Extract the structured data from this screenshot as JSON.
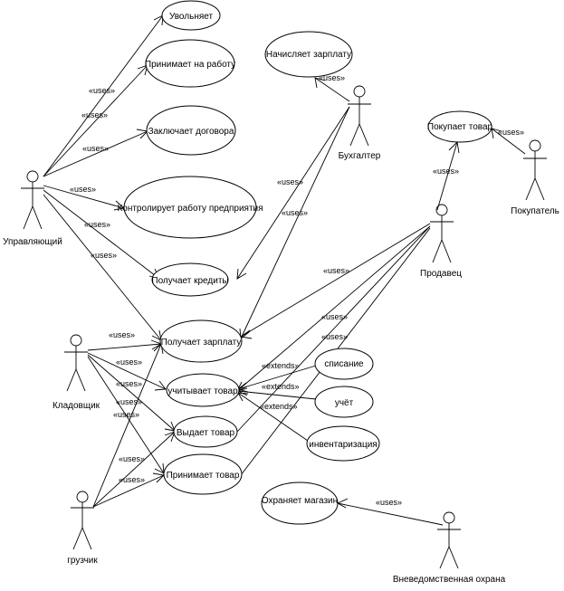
{
  "use_cases": {
    "uvolnyaet": "Увольняет",
    "prinimaet_na_rabotu": "Принимает на работу",
    "zaklyuchaet_dogovora": "Заключает договора",
    "kontroliruet": "Контролирует работу предприятия",
    "poluchaet_kredity": "Получает кредиты",
    "poluchaet_zarplatu": "Получает зарплату",
    "uchityvaet_tovar": "учитывает  товар",
    "vydaet_tovar": "Выдает товар",
    "prinimaet_tovar": "Принимает товар",
    "nachislyaet_zarplatu": "Начисляет зарплату",
    "pokupaet_tovar": "Покупает товар",
    "spisanie": "списание",
    "uchet": "учёт",
    "inventarizaciya": "инвентаризация",
    "okhranyaet_magazin": "Охраняет магазин"
  },
  "actors": {
    "upravlyayushchiy": "Управляющий",
    "bukhgalter": "Бухгалтер",
    "pokupatel": "Покупатель",
    "prodavec": "Продавец",
    "kladovshchik": "Кладовщик",
    "gruzchik": "грузчик",
    "okhrana": "Вневедомственная охрана"
  },
  "relations": {
    "uses": "«uses»",
    "extends": "«extends»"
  }
}
